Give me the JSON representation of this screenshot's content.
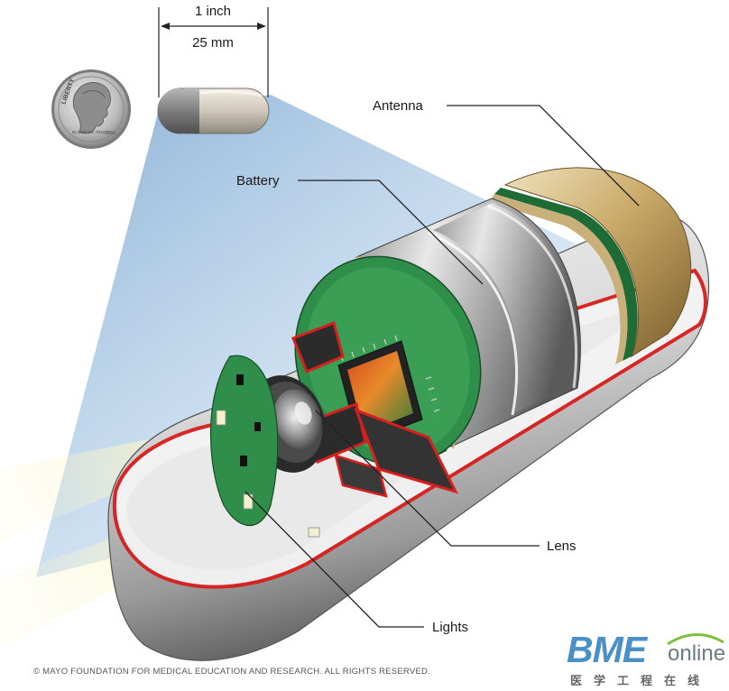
{
  "dimension": {
    "inch_label": "1 inch",
    "mm_label": "25 mm"
  },
  "labels": {
    "antenna": "Antenna",
    "battery": "Battery",
    "lens": "Lens",
    "lights": "Lights"
  },
  "coin_text": {
    "liberty": "LIBERTY",
    "trust": "IN GOD WE TRUST",
    "year": "2002"
  },
  "copyright": "© MAYO FOUNDATION FOR MEDICAL EDUCATION AND RESEARCH. ALL RIGHTS RESERVED.",
  "logo": {
    "brand": "BME",
    "suffix": "online",
    "chinese": "医学工程在线"
  },
  "colors": {
    "board_green": "#2f8f4a",
    "capsule_red": "#d81e1e",
    "gold_cap": "#c9a968",
    "light_beam": "#f7f2c6",
    "view_cone": "#8fb8dc",
    "logo_blue": "#4a8fc6"
  }
}
